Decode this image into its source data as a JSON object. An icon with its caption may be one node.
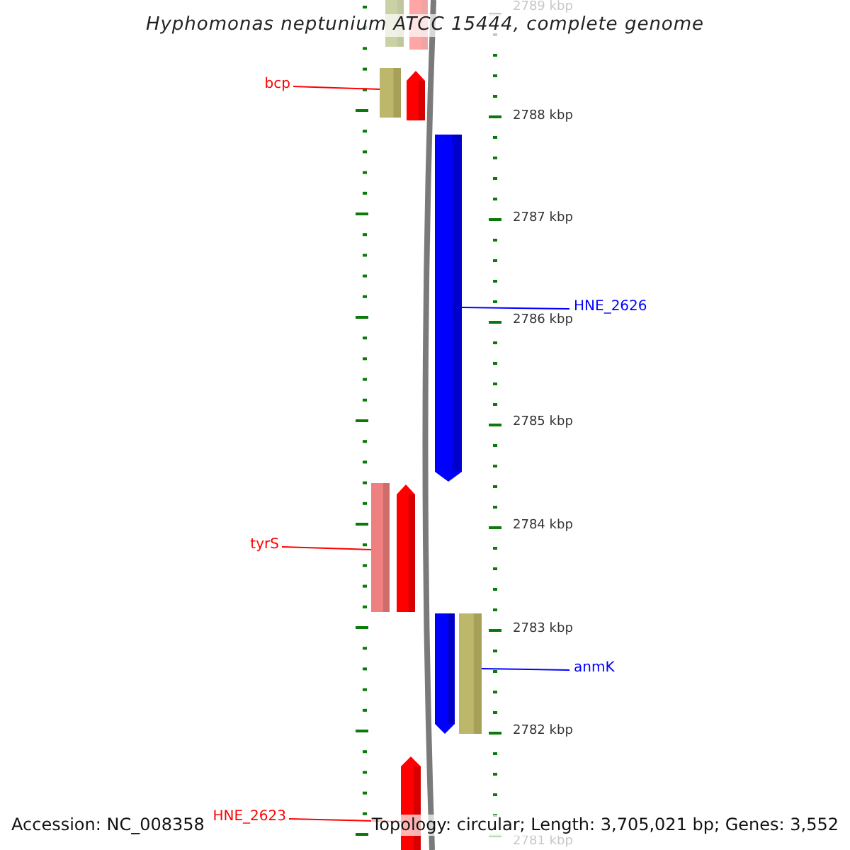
{
  "diagram": {
    "title": "Hyphomonas neptunium ATCC 15444, complete genome",
    "nodes": [
      {
        "text": [],
        "shape": "bar"
      },
      {
        "text": [],
        "shape": "bar"
      },
      {
        "text": [],
        "shape": "bar"
      },
      {
        "text": [],
        "shape": "bar"
      },
      {
        "text": [],
        "shape": "bar"
      },
      {
        "text": [],
        "shape": "bar"
      },
      {
        "text": [],
        "shape": "bar"
      },
      {
        "text": [],
        "shape": "bar"
      },
      {
        "text": [],
        "shape": "bar"
      },
      {
        "text": [],
        "shape": "bar"
      },
      {
        "text": [
          "bcp"
        ]
      },
      {
        "text": [
          "HNE_2626"
        ]
      },
      {
        "text": [
          "tyrS"
        ]
      },
      {
        "text": [
          "anmK"
        ]
      },
      {
        "text": [
          "HNE_2623"
        ]
      }
    ],
    "edges": [
      {
        "from": 10,
        "to": 2,
        "arrow": "none",
        "color": "#ff0000"
      },
      {
        "from": 11,
        "to": 4,
        "arrow": "none",
        "color": "#0000ff"
      },
      {
        "from": 12,
        "to": 5,
        "arrow": "none",
        "color": "#ff0000"
      },
      {
        "from": 13,
        "to": 8,
        "arrow": "none",
        "color": "#0000ff"
      },
      {
        "from": 14,
        "to": 9,
        "arrow": "none",
        "color": "#ff0000"
      }
    ],
    "labels": [
      "2789 kbp",
      "2788 kbp",
      "2787 kbp",
      "2786 kbp",
      "2785 kbp",
      "2784 kbp",
      "2783 kbp",
      "2782 kbp",
      "2781 kbp",
      "Accession: NC_008358",
      "Topology: circular; Length: 3,705,021 bp; Genes: 3,552"
    ]
  }
}
